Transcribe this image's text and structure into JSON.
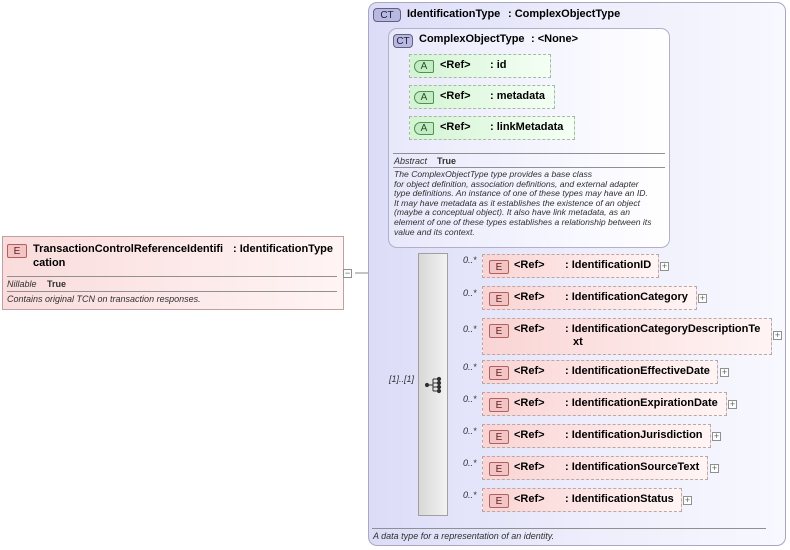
{
  "main_element": {
    "badge": "E",
    "name_line1": "TransactionControlReferenceIdentifi",
    "name_line2": "cation",
    "type": ": IdentificationType",
    "prop_label": "Nillable",
    "prop_value": "True",
    "description": "Contains original TCN on transaction responses."
  },
  "outer_type": {
    "badge": "CT",
    "title": "IdentificationType",
    "base": ": ComplexObjectType",
    "description": "A data type for a representation of an identity."
  },
  "inner_type": {
    "badge": "CT",
    "title": "ComplexObjectType",
    "base": ": <None>",
    "abstract_label": "Abstract",
    "abstract_value": "True",
    "description_lines": [
      "The ComplexObjectType type provides a base class",
      "for object definition, association definitions, and external adapter",
      "type definitions. An instance of one of these types may have an ID.",
      "It may have metadata as it establishes the existence of an object",
      "(maybe a conceptual object). It also have link metadata, as an",
      "element of one of these types establishes a relationship between its",
      "value and its context."
    ],
    "attributes": [
      {
        "badge": "A",
        "ref": "<Ref>",
        "name": ": id"
      },
      {
        "badge": "A",
        "ref": "<Ref>",
        "name": ": metadata"
      },
      {
        "badge": "A",
        "ref": "<Ref>",
        "name": ": linkMetadata"
      }
    ]
  },
  "sequence": {
    "multiplicity": "[1]..[1]",
    "icon": "sequence-icon"
  },
  "elements": [
    {
      "badge": "E",
      "ref": "<Ref>",
      "name": ": IdentificationID",
      "name2": "",
      "mult": "0..*"
    },
    {
      "badge": "E",
      "ref": "<Ref>",
      "name": ": IdentificationCategory",
      "name2": "",
      "mult": "0..*"
    },
    {
      "badge": "E",
      "ref": "<Ref>",
      "name": ": IdentificationCategoryDescriptionTe",
      "name2": "xt",
      "mult": "0..*"
    },
    {
      "badge": "E",
      "ref": "<Ref>",
      "name": ": IdentificationEffectiveDate",
      "name2": "",
      "mult": "0..*"
    },
    {
      "badge": "E",
      "ref": "<Ref>",
      "name": ": IdentificationExpirationDate",
      "name2": "",
      "mult": "0..*"
    },
    {
      "badge": "E",
      "ref": "<Ref>",
      "name": ": IdentificationJurisdiction",
      "name2": "",
      "mult": "0..*"
    },
    {
      "badge": "E",
      "ref": "<Ref>",
      "name": ": IdentificationSourceText",
      "name2": "",
      "mult": "0..*"
    },
    {
      "badge": "E",
      "ref": "<Ref>",
      "name": ": IdentificationStatus",
      "name2": "",
      "mult": "0..*"
    }
  ],
  "colors": {
    "element_fill": "#fad4d4",
    "attribute_fill": "#d4f4d4",
    "complex_type_fill": "#dcdcf8"
  }
}
